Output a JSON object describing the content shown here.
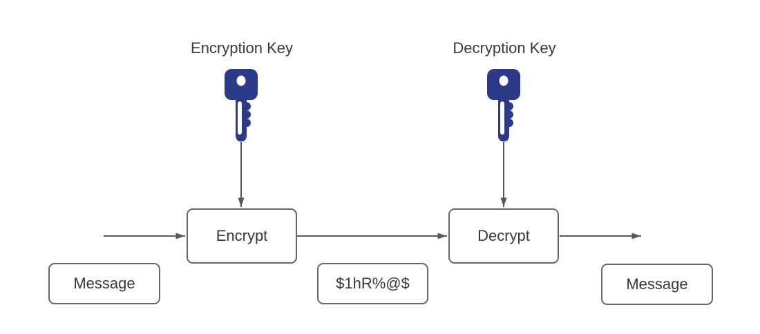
{
  "labels": {
    "encryption_key": "Encryption Key",
    "decryption_key": "Decryption Key"
  },
  "nodes": {
    "message_in": "Message",
    "encrypt": "Encrypt",
    "ciphertext": "$1hR%@$",
    "decrypt": "Decrypt",
    "message_out": "Message"
  },
  "icons": {
    "encryption_key": "key-icon",
    "decryption_key": "key-icon"
  },
  "colors": {
    "background": "#ffffff",
    "key_fill": "#2d3a87",
    "key_hole": "#ffffff",
    "box_stroke": "#666666",
    "box_fill": "#ffffff",
    "arrow_stroke": "#595959",
    "text": "#383838"
  }
}
